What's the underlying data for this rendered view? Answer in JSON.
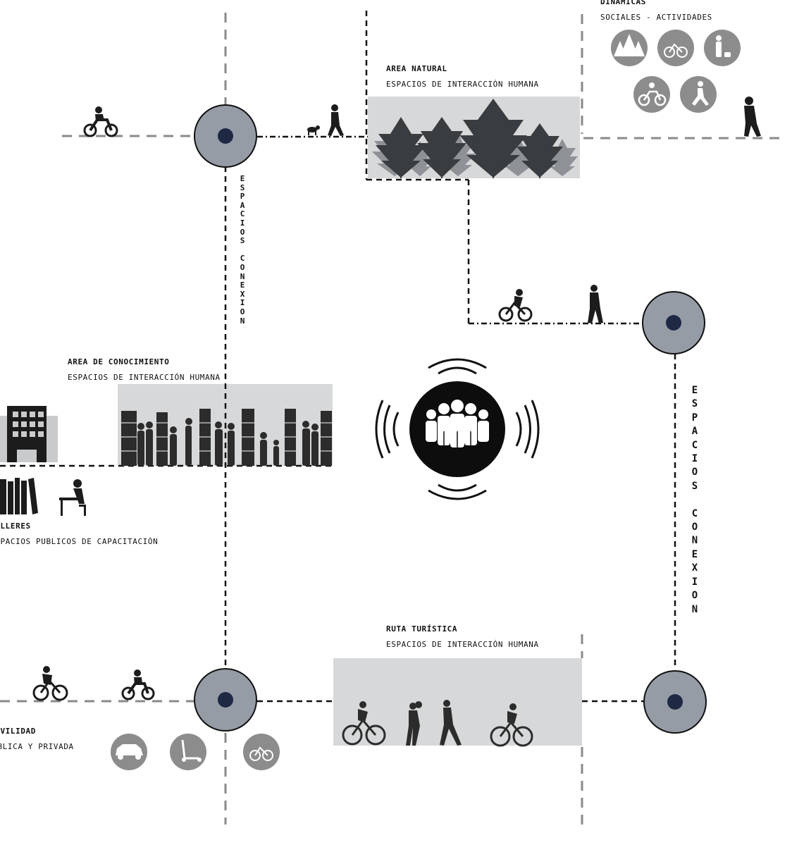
{
  "diagram": {
    "center_icon": "people-group-icon",
    "corridor_label_left": "ESPACIOS CONEXION",
    "corridor_label_right": "ESPACIOS CONEXION",
    "colors": {
      "node_fill": "#959ca6",
      "node_center": "#1e2a44",
      "panel": "#d6d8d9",
      "line_dark": "#111111",
      "line_light": "#8a8a8a",
      "icon_circle": "#8c8c8c",
      "silhouette": "#222222"
    }
  },
  "zones": {
    "natural": {
      "title": "AREA NATURAL",
      "subtitle": "ESPACIOS DE INTERACCIÓN HUMANA",
      "icons": [
        "tree-icon"
      ]
    },
    "conocimiento": {
      "title": "AREA DE CONOCIMIENTO",
      "subtitle": "ESPACIOS DE INTERACCIÓN HUMANA",
      "icons": [
        "bookshelf-icon",
        "people-reading-icon"
      ]
    },
    "ruta": {
      "title": "RUTA TURÍSTICA",
      "subtitle": "ESPACIOS DE INTERACCIÓN HUMANA",
      "icons": [
        "cyclist-icon",
        "couple-walking-icon",
        "walker-icon"
      ]
    },
    "dinamicas": {
      "title": "DINÁMICAS",
      "subtitle": "SOCIALES - ACTIVIDADES",
      "icons": [
        "forest-icon",
        "bicycle-icon",
        "dog-walker-icon",
        "motorbike-icon",
        "runner-icon"
      ]
    },
    "talleres": {
      "title": "TALLERES",
      "subtitle": "ESPACIOS PUBLICOS DE CAPACITACIÓN",
      "icons": [
        "books-icon",
        "desk-worker-icon",
        "building-icon"
      ]
    },
    "movilidad": {
      "title": "MOVILIDAD",
      "subtitle": "PÚBLICA Y PRIVADA",
      "icons": [
        "car-icon",
        "scooter-icon",
        "bicycle-icon"
      ]
    }
  }
}
